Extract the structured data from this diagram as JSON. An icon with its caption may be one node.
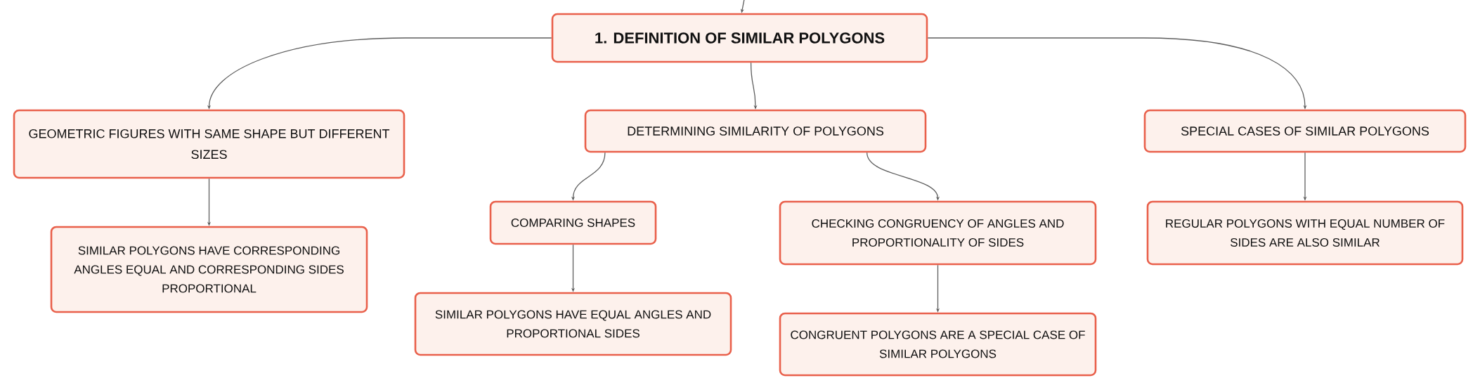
{
  "diagram": {
    "nodes": [
      {
        "text": [
          "1. DEFINITION OF SIMILAR POLYGONS"
        ]
      },
      {
        "text": [
          "GEOMETRIC FIGURES WITH SAME SHAPE BUT DIFFERENT SIZES"
        ]
      },
      {
        "text": [
          "DETERMINING SIMILARITY OF POLYGONS"
        ]
      },
      {
        "text": [
          "SPECIAL CASES OF SIMILAR POLYGONS"
        ]
      },
      {
        "text": [
          "SIMILAR POLYGONS HAVE CORRESPONDING ANGLES EQUAL AND CORRESPONDING SIDES PROPORTIONAL"
        ]
      },
      {
        "text": [
          "COMPARING SHAPES"
        ]
      },
      {
        "text": [
          "CHECKING CONGRUENCY OF ANGLES AND PROPORTIONALITY OF SIDES"
        ]
      },
      {
        "text": [
          "REGULAR POLYGONS WITH EQUAL NUMBER OF SIDES ARE ALSO SIMILAR"
        ]
      },
      {
        "text": [
          "SIMILAR POLYGONS HAVE EQUAL ANGLES AND PROPORTIONAL SIDES"
        ]
      },
      {
        "text": [
          "CONGRUENT POLYGONS ARE A SPECIAL CASE OF SIMILAR POLYGONS"
        ]
      }
    ],
    "edges": [
      {
        "from": null,
        "to": 0,
        "arrow": "to"
      },
      {
        "from": 0,
        "to": 1,
        "arrow": "to"
      },
      {
        "from": 0,
        "to": 2,
        "arrow": "to"
      },
      {
        "from": 0,
        "to": 3,
        "arrow": "to"
      },
      {
        "from": 1,
        "to": 4,
        "arrow": "to"
      },
      {
        "from": 2,
        "to": 5,
        "arrow": "to"
      },
      {
        "from": 2,
        "to": 6,
        "arrow": "to"
      },
      {
        "from": 3,
        "to": 7,
        "arrow": "to"
      },
      {
        "from": 5,
        "to": 8,
        "arrow": "to"
      },
      {
        "from": 6,
        "to": 9,
        "arrow": "to"
      }
    ]
  }
}
